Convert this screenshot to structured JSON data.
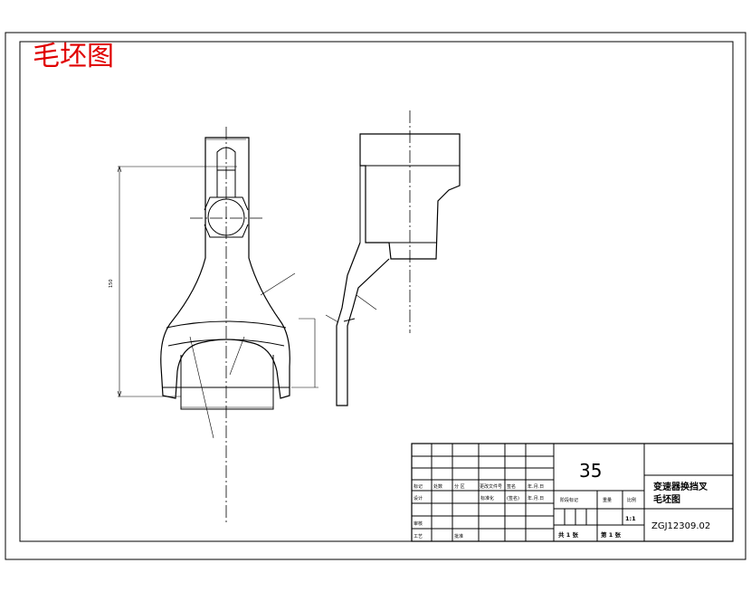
{
  "header": {
    "stamp": "毛坯图"
  },
  "title_block": {
    "material": "35",
    "part_name_line1": "变速器换挡叉",
    "part_name_line2": "毛坯图",
    "drawing_code": "ZGJ12309.02",
    "scale": "1:1",
    "sheets_total": "共 1 张",
    "sheet_no": "第 1 张",
    "labels": {
      "mark": "标记",
      "count": "处数",
      "zone": "分 区",
      "change_doc": "更改文件号",
      "signature": "签名",
      "date": "年.月.日",
      "design": "设计",
      "standardization": "标准化",
      "stage_mark": "阶段标记",
      "weight": "重量",
      "scale_label": "比例",
      "review": "审核",
      "process": "工艺",
      "approve": "批准",
      "sign_small": "(签名)",
      "date_small": "年.月.日"
    }
  },
  "dimensions": {
    "height_label": "150"
  }
}
